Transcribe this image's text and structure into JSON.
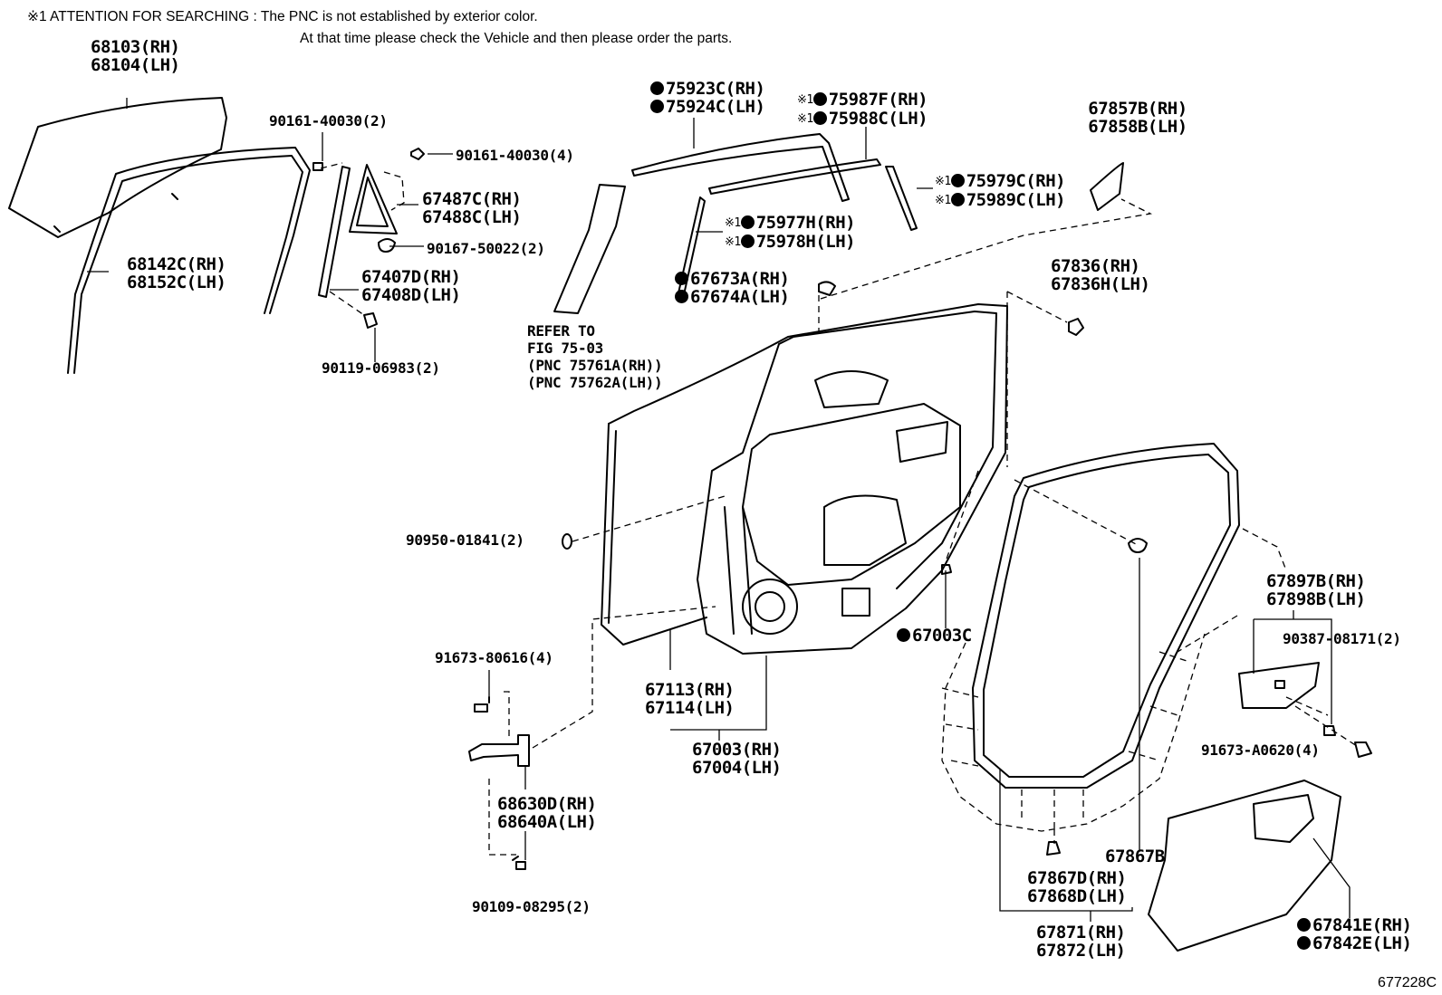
{
  "notes": {
    "line1": "※1 ATTENTION FOR SEARCHING : The PNC is not established by exterior color.",
    "line2": "At that time please check the Vehicle and then please order the parts."
  },
  "mark": "※1",
  "labels": {
    "glass": [
      "68103(RH)",
      "68104(LH)"
    ],
    "glass_run": [
      "68142C(RH)",
      "68152C(LH)"
    ],
    "bolt_90161_2": "90161-40030(2)",
    "bolt_90161_4": "90161-40030(4)",
    "quarter_glass": [
      "67487C(RH)",
      "67488C(LH)"
    ],
    "clip_90167": "90167-50022(2)",
    "division_bar": [
      "67407D(RH)",
      "67408D(LH)"
    ],
    "bolt_90119": "90119-06983(2)",
    "moulding_upper": [
      "75923C(RH)",
      "75924C(LH)"
    ],
    "moulding_75987": [
      "75987F(RH)",
      "75988C(LH)"
    ],
    "moulding_75977": [
      "75977H(RH)",
      "75978H(LH)"
    ],
    "moulding_75979": [
      "75979C(RH)",
      "75989C(LH)"
    ],
    "protector_67857": [
      "67857B(RH)",
      "67858B(LH)"
    ],
    "plug_67673": [
      "67673A(RH)",
      "67674A(LH)"
    ],
    "refer": [
      "REFER TO",
      "FIG 75-03",
      "(PNC 75761A(RH))",
      "(PNC 75762A(LH))"
    ],
    "plug_67836": [
      "67836(RH)",
      "67836H(LH)"
    ],
    "plug_90950": "90950-01841(2)",
    "plug_67003c": "67003C",
    "outer_panel": [
      "67113(RH)",
      "67114(LH)"
    ],
    "door_panel": [
      "67003(RH)",
      "67004(LH)"
    ],
    "bolt_91673_4": "91673-80616(4)",
    "check": [
      "68630D(RH)",
      "68640A(LH)"
    ],
    "bolt_90109": "90109-08295(2)",
    "weatherstrip": [
      "67871(RH)",
      "67872(LH)"
    ],
    "clip_67867b": "67867B",
    "clip_67867d": [
      "67867D(RH)",
      "67868D(LH)"
    ],
    "cover_67897": [
      "67897B(RH)",
      "67898B(LH)"
    ],
    "clip_90387": "90387-08171(2)",
    "screw_91673_a": "91673-A0620(4)",
    "film_67841": [
      "67841E(RH)",
      "67842E(LH)"
    ]
  },
  "figure_code": "677228C"
}
